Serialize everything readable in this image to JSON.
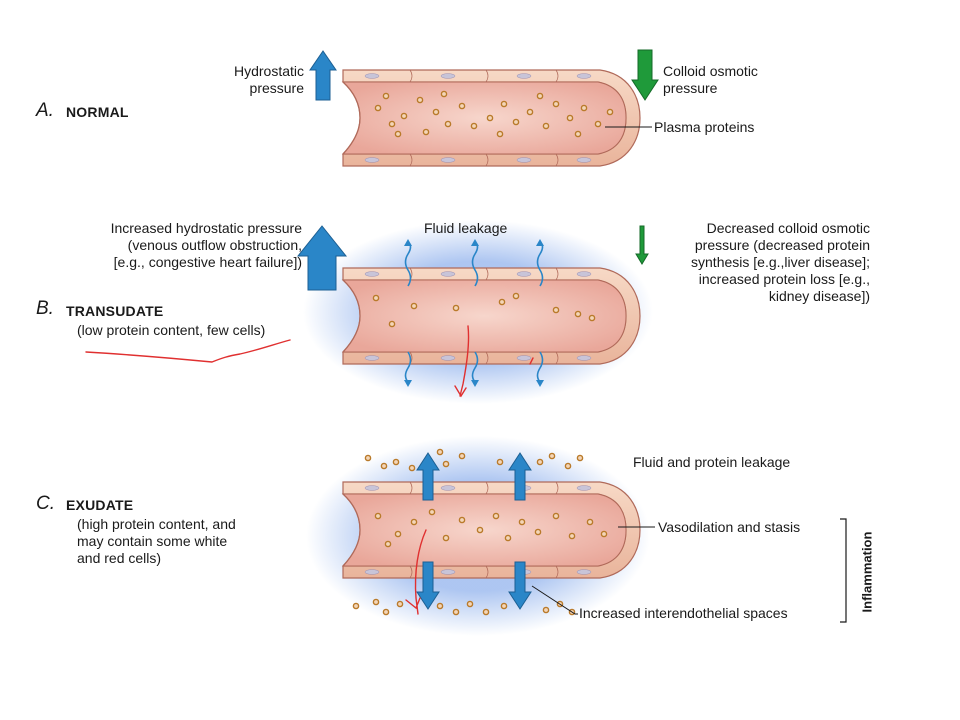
{
  "sections": {
    "a": {
      "letter": "A.",
      "name": "NORMAL",
      "left_label": [
        "Hydrostatic",
        "pressure"
      ],
      "right_label": [
        "Colloid osmotic",
        "pressure"
      ],
      "proteins_label": "Plasma proteins"
    },
    "b": {
      "letter": "B.",
      "name": "TRANSUDATE",
      "subtitle": "(low protein content, few cells)",
      "left_label": [
        "Increased hydrostatic pressure",
        "(venous outflow obstruction,",
        "[e.g., congestive heart failure])"
      ],
      "top_label": "Fluid leakage",
      "right_label": [
        "Decreased colloid osmotic",
        "pressure (decreased protein",
        "synthesis [e.g.,liver disease];",
        "increased protein loss [e.g.,",
        "kidney disease])"
      ]
    },
    "c": {
      "letter": "C.",
      "name": "EXUDATE",
      "subtitle": [
        "(high protein content, and",
        "may contain some white",
        "and red cells)"
      ],
      "leak_label": "Fluid and protein leakage",
      "vasodilation_label": "Vasodilation and stasis",
      "spaces_label": "Increased interendothelial spaces",
      "bracket_label": "Inflammation"
    }
  },
  "colors": {
    "vessel_lumen": "#f1c6b8",
    "vessel_wall": "#f3cbb4",
    "vessel_outline": "#b06a5a",
    "protein_dot": "#b97a2a",
    "blue_arrow": "#2a86c8",
    "green_arrow": "#1f9a3a",
    "edema_halo": "#a9c3ef",
    "annotation_red": "#e03030"
  },
  "icons": [
    "up-arrow-icon",
    "down-arrow-icon",
    "wavy-arrow-icon"
  ]
}
